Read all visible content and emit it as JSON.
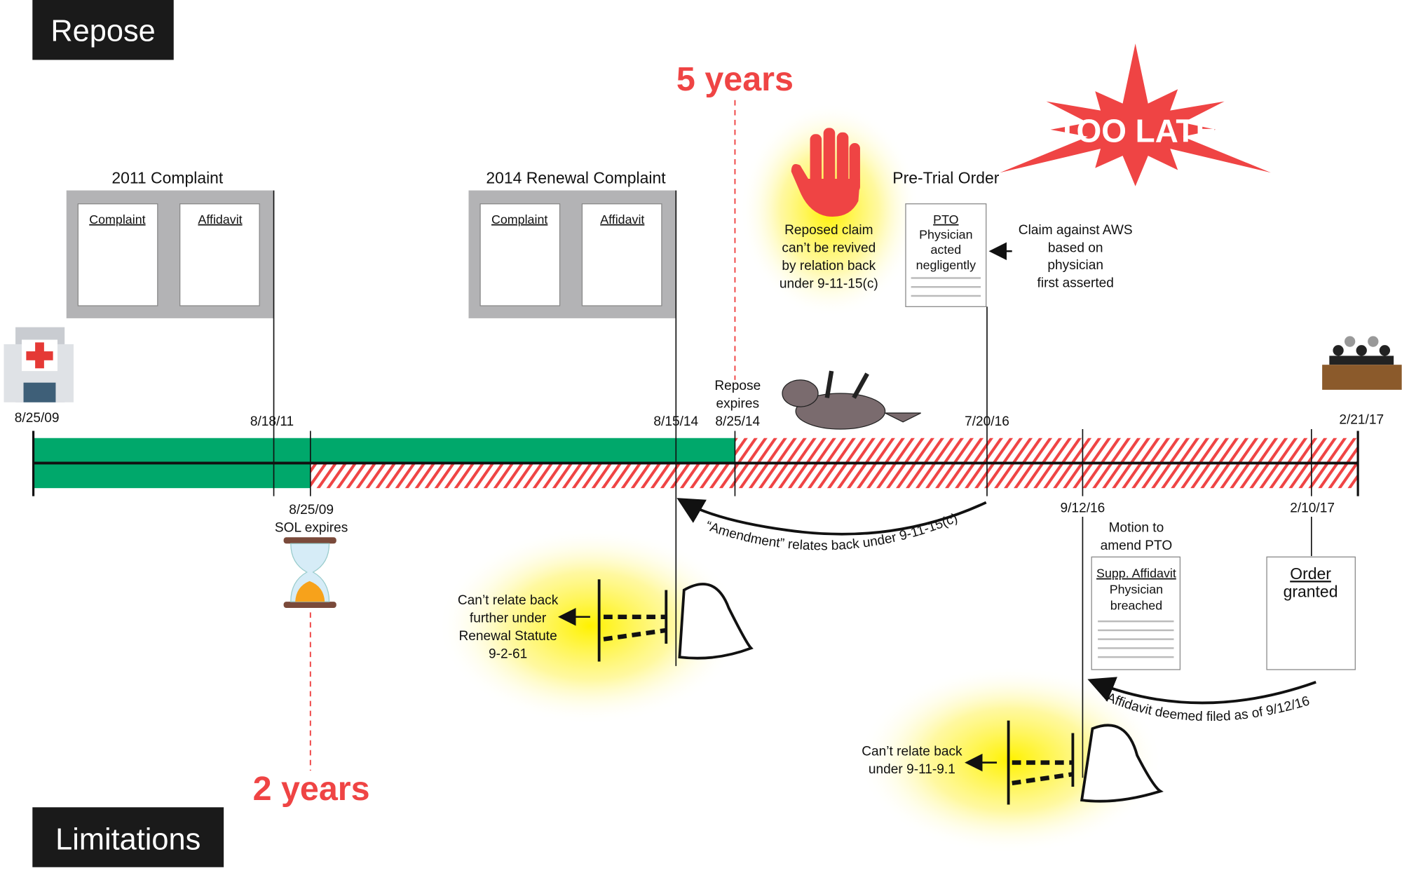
{
  "corner_labels": {
    "repose": "Repose",
    "limitations": "Limitations"
  },
  "periods": {
    "repose": "5 years",
    "limitations": "2 years"
  },
  "starburst": {
    "text": "TOO LATE"
  },
  "complaint_2011": {
    "title": "2011 Complaint",
    "docs": [
      "Complaint",
      "Affidavit"
    ]
  },
  "complaint_2014": {
    "title": "2014 Renewal Complaint",
    "docs": [
      "Complaint",
      "Affidavit"
    ]
  },
  "reposed_note": [
    "Reposed claim",
    "can’t be revived",
    "by relation back",
    "under 9-11-15(c)"
  ],
  "pretrial": {
    "title": "Pre-Trial Order",
    "doc_title": "PTO",
    "doc_lines": [
      "Physician",
      "acted",
      "negligently"
    ]
  },
  "aws_note": [
    "Claim against AWS",
    "based on",
    "physician",
    "first asserted"
  ],
  "repose_expires": [
    "Repose",
    "expires"
  ],
  "dates_top": {
    "start": "8/25/09",
    "c2011": "8/18/11",
    "c2014": "8/15/14",
    "repose": "8/25/14",
    "pto": "7/20/16",
    "end": "2/21/17"
  },
  "dates_bottom": {
    "sol": "8/25/09",
    "motion": "9/12/16",
    "order": "2/10/17"
  },
  "sol_label": "SOL expires",
  "amendment_arc": "“Amendment” relates back under 9-11-15(c)",
  "renewal_note": [
    "Can’t relate back",
    "further under",
    "Renewal Statute",
    "9-2-61"
  ],
  "motion": {
    "title": [
      "Motion to",
      "amend PTO"
    ],
    "doc_title": "Supp. Affidavit",
    "doc_lines": [
      "Physician",
      "breached"
    ]
  },
  "order": {
    "lines": [
      "Order",
      "granted"
    ]
  },
  "affidavit_arc": "Affidavit deemed filed as of 9/12/16",
  "relate_note": [
    "Can’t relate back",
    "under 9-11-9.1"
  ],
  "colors": {
    "green": "#00a86b",
    "red": "#ef4444",
    "dark": "#1a1a1a",
    "gray": "#b3b3b5",
    "yellow": "#fff200"
  }
}
